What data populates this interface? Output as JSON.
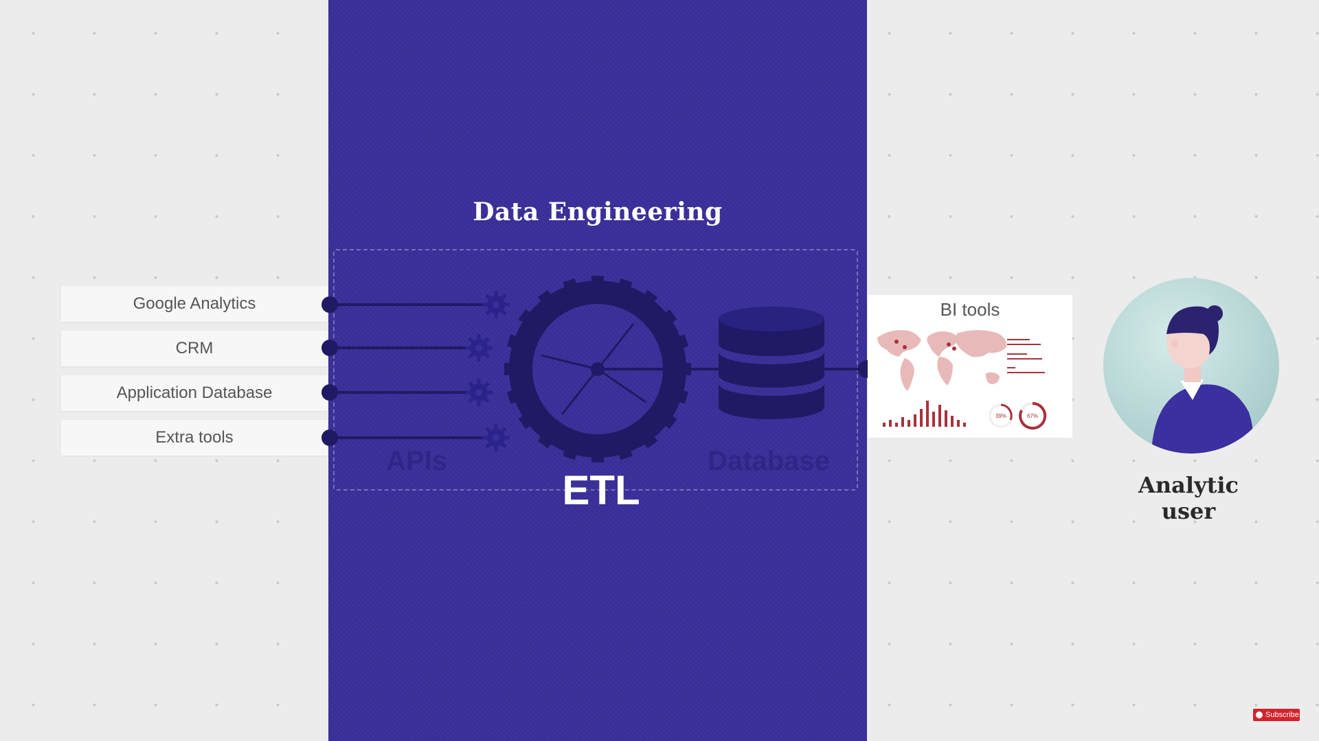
{
  "title": "Data Engineering",
  "sources": [
    {
      "label": "Google Analytics"
    },
    {
      "label": "CRM"
    },
    {
      "label": "Application Database"
    },
    {
      "label": "Extra tools"
    }
  ],
  "stages": {
    "apis_label": "APIs",
    "etl_label": "ETL",
    "database_label": "Database"
  },
  "bi_tools": {
    "title": "BI tools",
    "gauge_1": "39%",
    "gauge_2": "67%"
  },
  "user": {
    "line1": "Analytic",
    "line2": "user"
  },
  "subscribe": {
    "label": "Subscribe"
  },
  "colors": {
    "band": "#3a2f9a",
    "dark_navy": "#1f1a63",
    "chart_red": "#a8323a",
    "map_pink": "#e8b9b9",
    "avatar_shirt": "#3c2fa0"
  },
  "icons": [
    "gear-icon",
    "database-icon",
    "world-map-icon",
    "bar-chart-icon",
    "gauge-icon",
    "person-icon"
  ]
}
